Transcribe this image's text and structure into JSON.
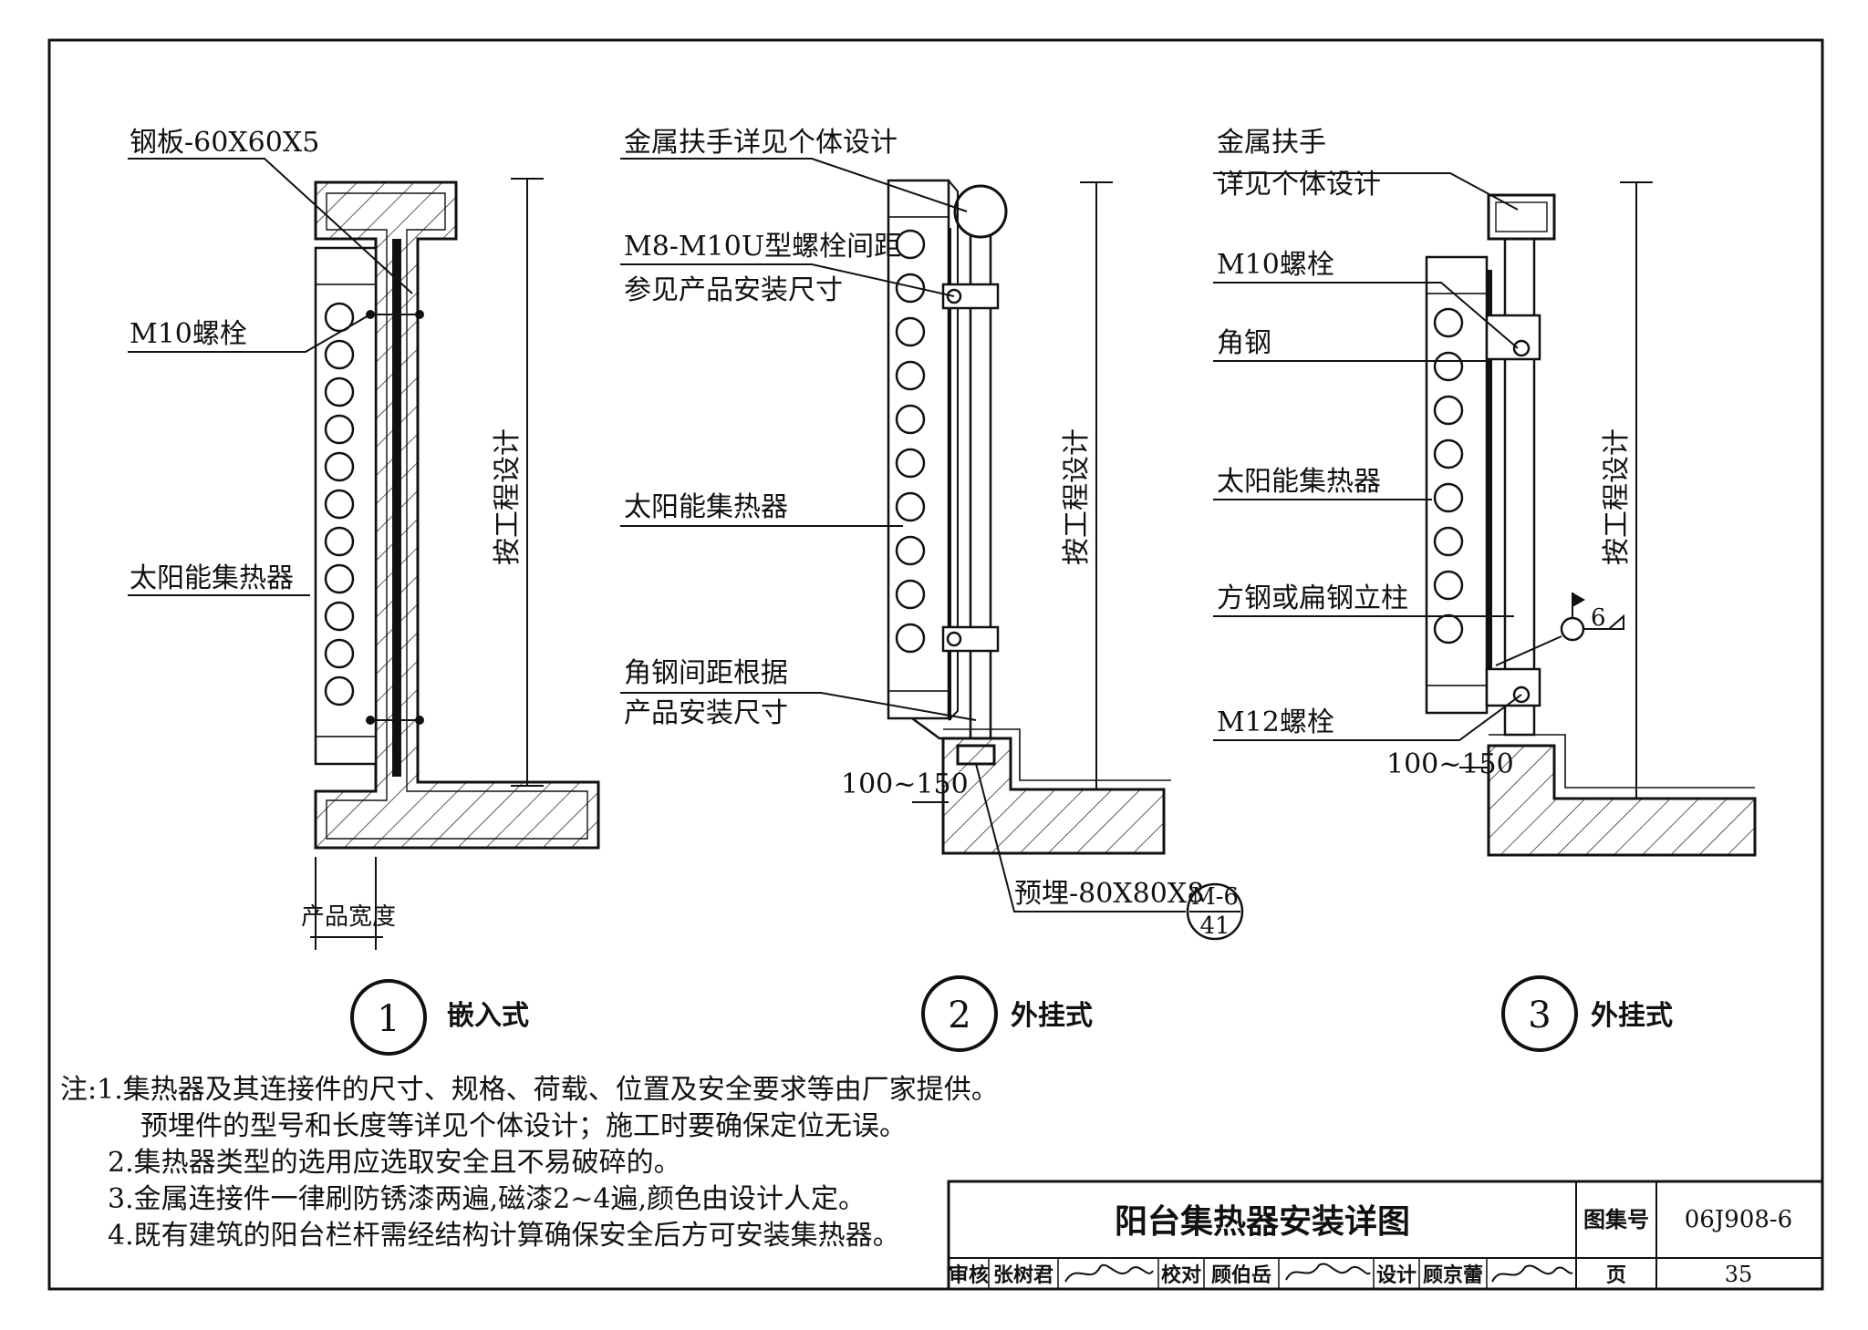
{
  "details": [
    {
      "number": "1",
      "title": "嵌入式",
      "labels": {
        "steel_plate": "钢板-60X60X5",
        "bolt": "M10螺栓",
        "collector": "太阳能集热器",
        "height": "按工程设计",
        "width": "产品宽度"
      }
    },
    {
      "number": "2",
      "title": "外挂式",
      "labels": {
        "handrail": "金属扶手详见个体设计",
        "ubolt_1": "M8-M10U型螺栓间距",
        "ubolt_2": "参见产品安装尺寸",
        "collector": "太阳能集热器",
        "angle_1": "角钢间距根据",
        "angle_2": "产品安装尺寸",
        "offset": "100~150",
        "embed": "预埋-80X80X8",
        "ref_top": "M-6",
        "ref_bottom": "41",
        "height": "按工程设计"
      }
    },
    {
      "number": "3",
      "title": "外挂式",
      "labels": {
        "handrail_1": "金属扶手",
        "handrail_2": "详见个体设计",
        "bolt_m10": "M10螺栓",
        "angle": "角钢",
        "collector": "太阳能集热器",
        "post": "方钢或扁钢立柱",
        "weld": "6",
        "bolt_m12": "M12螺栓",
        "offset": "100~150",
        "height": "按工程设计"
      }
    }
  ],
  "notes": [
    "注:1.集热器及其连接件的尺寸、规格、荷载、位置及安全要求等由厂家提供。",
    "预埋件的型号和长度等详见个体设计；施工时要确保定位无误。",
    "2.集热器类型的选用应选取安全且不易破碎的。",
    "3.金属连接件一律刷防锈漆两遍,磁漆2~4遍,颜色由设计人定。",
    "4.既有建筑的阳台栏杆需经结构计算确保安全后方可安装集热器。"
  ],
  "title_block": {
    "drawing_title": "阳台集热器安装详图",
    "atlas_label": "图集号",
    "atlas_number": "06J908-6",
    "review_label": "审核",
    "reviewer": "张树君",
    "check_label": "校对",
    "checker": "顾伯岳",
    "design_label": "设计",
    "designer": "顾京蕾",
    "page_label": "页",
    "page_number": "35"
  }
}
